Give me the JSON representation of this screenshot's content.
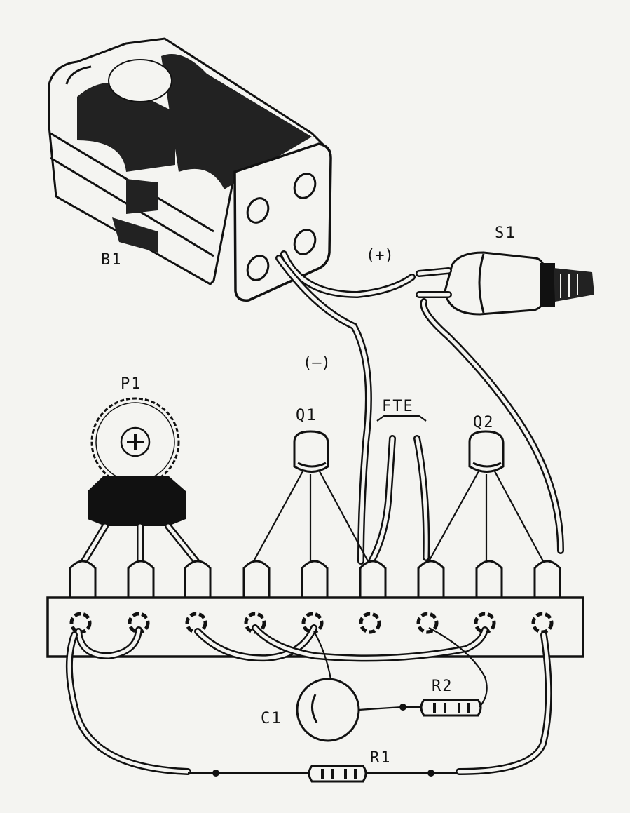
{
  "labels": {
    "battery": "B1",
    "switch": "S1",
    "positive": "(+)",
    "negative": "(–)",
    "pot": "P1",
    "q1": "Q1",
    "speaker": "FTE",
    "q2": "Q2",
    "capacitor": "C1",
    "r2": "R2",
    "r1": "R1"
  }
}
